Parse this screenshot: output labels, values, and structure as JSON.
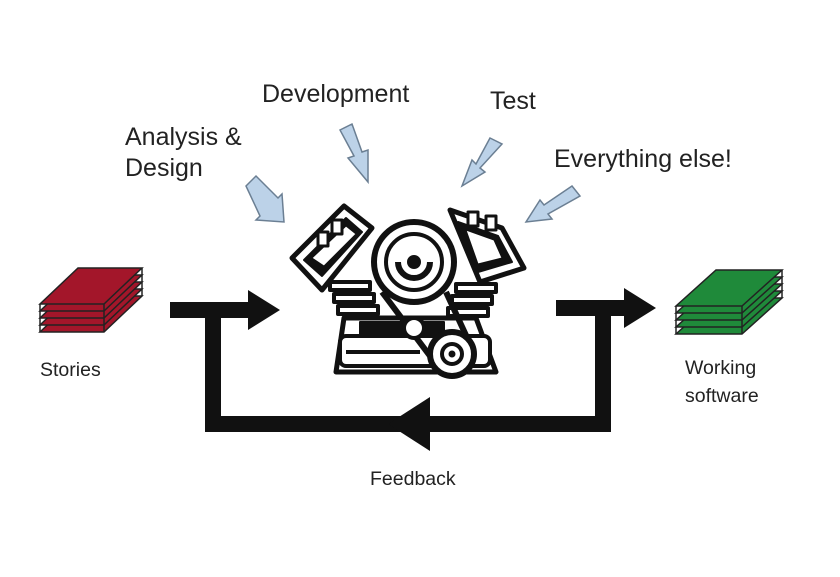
{
  "labels": {
    "analysis": "Analysis &\nDesign",
    "development": "Development",
    "test": "Test",
    "everything_else": "Everything else!",
    "stories": "Stories",
    "working_software": "Working\nsoftware",
    "feedback": "Feedback"
  },
  "icons": {
    "input_stack": "red-card-stack-icon",
    "engine": "engine-icon",
    "output_stack": "green-card-stack-icon",
    "arrows": "light-blue-arrow-icon"
  },
  "colors": {
    "stories": "#a3162a",
    "working_software": "#1f8a3a",
    "input_arrows": "#bcd2e8",
    "flow": "#111111"
  }
}
